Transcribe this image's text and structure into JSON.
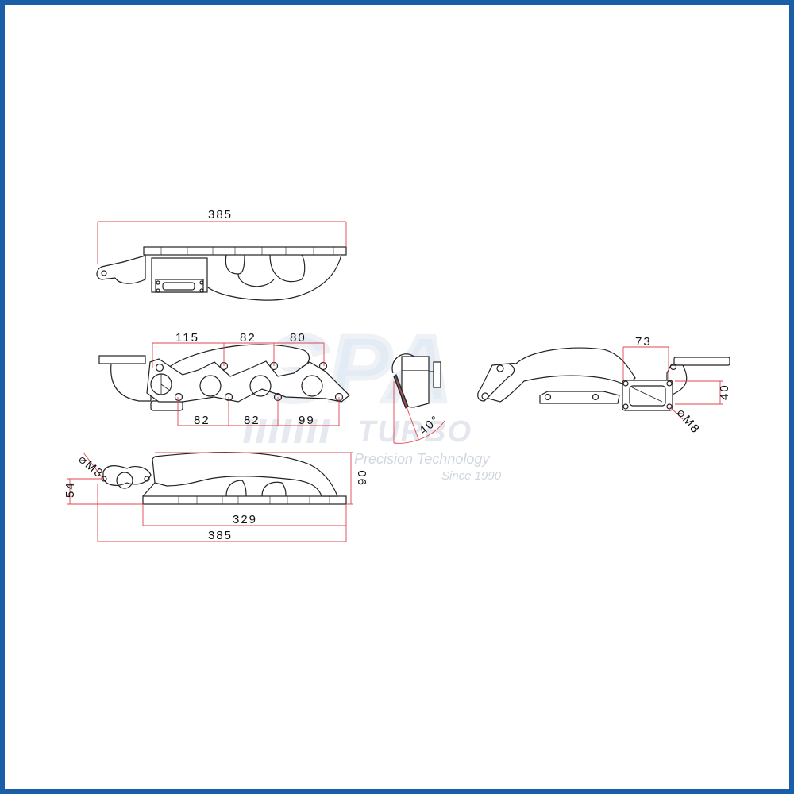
{
  "watermark": {
    "logo_text": "SPA",
    "sub_text": "TURBO",
    "tagline": "Precision Technology",
    "since": "Since 1990",
    "color": "#dce6f2"
  },
  "frame": {
    "border_color": "#1a5ea8"
  },
  "colors": {
    "dimension_line": "#e0454f",
    "outline": "#222222",
    "text": "#111111"
  },
  "views": {
    "top_view": {
      "overall_length": "385"
    },
    "front_view": {
      "top_dims": [
        "115",
        "82",
        "80"
      ],
      "bottom_dims": [
        "82",
        "82",
        "99"
      ]
    },
    "end_view": {
      "angle": "40°"
    },
    "turbo_flange_view": {
      "width": "73",
      "height": "40",
      "bolt": "⌀M8"
    },
    "side_view": {
      "bolt": "⌀M8",
      "outlet_height": "54",
      "total_height": "90",
      "flange_length": "329",
      "overall_length": "385"
    }
  }
}
